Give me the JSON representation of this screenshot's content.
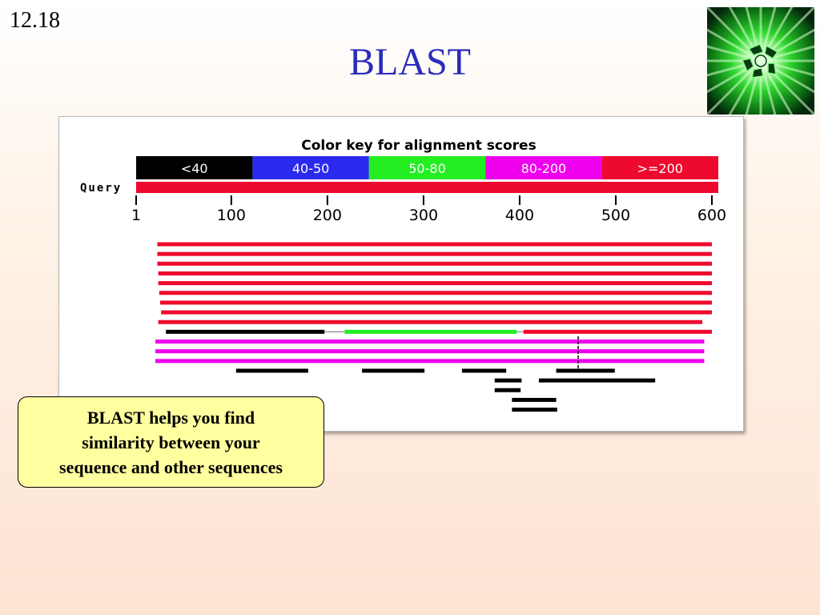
{
  "slide": {
    "number": "12.18",
    "title": "BLAST"
  },
  "callout": {
    "text": "BLAST helps you find\nsimilarity between your\nsequence and other sequences"
  },
  "figure": {
    "key_title": "Color key for alignment scores",
    "color_key": [
      {
        "label": "<40",
        "color": "#000000"
      },
      {
        "label": "40-50",
        "color": "#2a2aee"
      },
      {
        "label": "50-80",
        "color": "#22ee22"
      },
      {
        "label": "80-200",
        "color": "#ee00ee"
      },
      {
        "label": ">=200",
        "color": "#ee0a2e"
      }
    ],
    "query_label": "Query",
    "query_color": "#ee0a2e",
    "axis_ticks": [
      "1",
      "100",
      "200",
      "300",
      "400",
      "500",
      "600"
    ],
    "colors": {
      "red": "#ee0a2e",
      "black": "#000000",
      "green": "#22ee22",
      "magenta": "#ee00ee",
      "gray": "#9a9a9a"
    },
    "hits": [
      {
        "segments": [
          {
            "start": 23,
            "end": 600,
            "color": "red"
          }
        ]
      },
      {
        "segments": [
          {
            "start": 23,
            "end": 600,
            "color": "red"
          }
        ]
      },
      {
        "segments": [
          {
            "start": 23,
            "end": 600,
            "color": "red"
          }
        ]
      },
      {
        "segments": [
          {
            "start": 24,
            "end": 600,
            "color": "red"
          }
        ]
      },
      {
        "segments": [
          {
            "start": 24,
            "end": 600,
            "color": "red"
          }
        ]
      },
      {
        "segments": [
          {
            "start": 25,
            "end": 600,
            "color": "red"
          }
        ]
      },
      {
        "segments": [
          {
            "start": 26,
            "end": 600,
            "color": "red"
          }
        ]
      },
      {
        "segments": [
          {
            "start": 27,
            "end": 600,
            "color": "red"
          }
        ]
      },
      {
        "segments": [
          {
            "start": 24,
            "end": 590,
            "color": "red"
          }
        ]
      },
      {
        "segments": [
          {
            "start": 32,
            "end": 197,
            "color": "black"
          },
          {
            "start": 197,
            "end": 218,
            "color": "gray",
            "thin": true
          },
          {
            "start": 218,
            "end": 397,
            "color": "green"
          },
          {
            "start": 397,
            "end": 404,
            "color": "gray",
            "thin": true
          },
          {
            "start": 404,
            "end": 600,
            "color": "red"
          }
        ]
      },
      {
        "segments": [
          {
            "start": 21,
            "end": 592,
            "color": "magenta"
          }
        ]
      },
      {
        "segments": [
          {
            "start": 21,
            "end": 592,
            "color": "magenta"
          }
        ]
      },
      {
        "segments": [
          {
            "start": 21,
            "end": 592,
            "color": "magenta"
          }
        ]
      },
      {
        "segments": [
          {
            "start": 105,
            "end": 180,
            "color": "black"
          },
          {
            "start": 236,
            "end": 301,
            "color": "black"
          },
          {
            "start": 340,
            "end": 386,
            "color": "black"
          },
          {
            "start": 438,
            "end": 499,
            "color": "black"
          }
        ]
      },
      {
        "segments": [
          {
            "start": 374,
            "end": 402,
            "color": "black"
          },
          {
            "start": 420,
            "end": 541,
            "color": "black"
          }
        ]
      },
      {
        "segments": [
          {
            "start": 374,
            "end": 401,
            "color": "black"
          }
        ]
      },
      {
        "segments": [
          {
            "start": 392,
            "end": 438,
            "color": "black"
          }
        ]
      },
      {
        "segments": [
          {
            "start": 392,
            "end": 439,
            "color": "black"
          }
        ]
      }
    ]
  }
}
